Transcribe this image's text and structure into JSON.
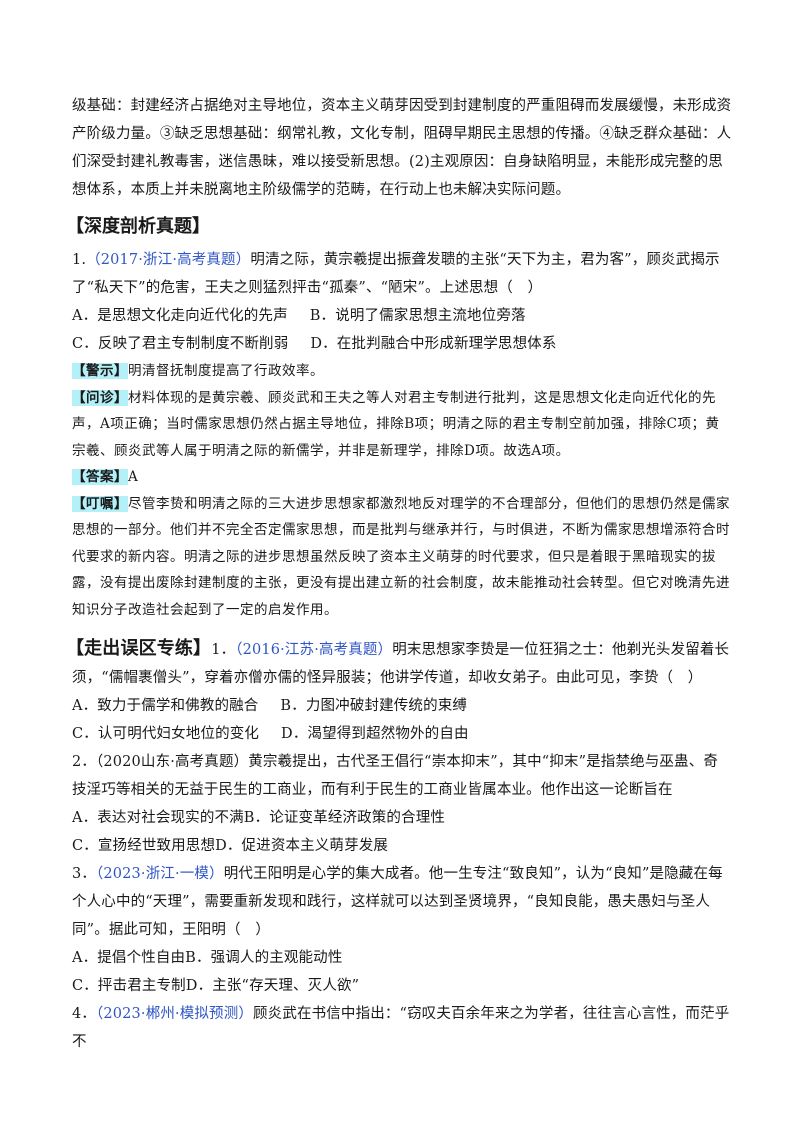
{
  "intro": "级基础：封建经济占据绝对主导地位，资本主义萌芽因受到封建制度的严重阻碍而发展缓慢，未形成资产阶级力量。③缺乏思想基础：纲常礼教，文化专制，阻碍早期民主思想的传播。④缺乏群众基础：人们深受封建礼教毒害，迷信愚昧，难以接受新思想。(2)主观原因：自身缺陷明显，未能形成完整的思想体系，本质上并未脱离地主阶级儒学的范畴，在行动上也未解决实际问题。",
  "section1": {
    "title": "【深度剖析真题】",
    "q1": {
      "num": "1.",
      "source": "（2017·浙江·高考真题）",
      "stem": "明清之际，黄宗羲提出振聋发聩的主张“天下为主，君为客”，顾炎武揭示了“私天下”的危害，王夫之则猛烈抨击“孤秦”、“陋宋”。上述思想（　）",
      "optA": "A．是思想文化走向近代化的先声",
      "optB": "B．说明了儒家思想主流地位旁落",
      "optC": "C．反映了君主专制制度不断削弱",
      "optD": "D．在批判融合中形成新理学思想体系"
    },
    "hint_tag": "【警示】",
    "hint_text": "明清督抚制度提高了行政效率。",
    "diag_tag": "【问诊】",
    "diag_text": "材料体现的是黄宗羲、顾炎武和王夫之等人对君主专制进行批判，这是思想文化走向近代化的先声，A项正确；当时儒家思想仍然占据主导地位，排除B项；明清之际的君主专制空前加强，排除C项；黄宗羲、顾炎武等人属于明清之际的新儒学，并非是新理学，排除D项。故选A项。",
    "answer_tag": "【答案】",
    "answer_text": "A",
    "note_tag": "【叮嘱】",
    "note_text": "尽管李贽和明清之际的三大进步思想家都激烈地反对理学的不合理部分，但他们的思想仍然是儒家思想的一部分。他们并不完全否定儒家思想，而是批判与继承并行，与时俱进，不断为儒家思想增添符合时代要求的新内容。明清之际的进步思想虽然反映了资本主义萌芽的时代要求，但只是着眼于黑暗现实的拔露，没有提出废除封建制度的主张，更没有提出建立新的社会制度，故未能推动社会转型。但它对晚清先进知识分子改造社会起到了一定的启发作用。"
  },
  "section2": {
    "title": "【走出误区专练】",
    "questions": [
      {
        "num": "1．",
        "source": "（2016·江苏·高考真题）",
        "stem": "明末思想家李贽是一位狂狷之士：他剃光头发留着长须，“儒帽裹僧头”，穿着亦僧亦儒的怪异服装；他讲学传道，却收女弟子。由此可见，李贽（　）",
        "optA": "A．致力于儒学和佛教的融合",
        "optB": "B．力图冲破封建传统的束缚",
        "optC": "C．认可明代妇女地位的变化",
        "optD": "D．渴望得到超然物外的自由"
      },
      {
        "num": "2．",
        "source": "（2020山东·高考真题）",
        "stem": "黄宗羲提出，古代圣王倡行“崇本抑末”，其中“抑末”是指禁绝与巫蛊、奇技淫巧等相关的无益于民生的工商业，而有利于民生的工商业皆属本业。他作出这一论断旨在",
        "optA": "A．表达对社会现实的不满",
        "optB": "B．论证变革经济政策的合理性",
        "optC": "C．宣扬经世致用思想",
        "optD": "D．促进资本主义萌芽发展"
      },
      {
        "num": "3．",
        "source": "（2023·浙江·一模）",
        "stem": "明代王阳明是心学的集大成者。他一生专注“致良知”，认为“良知”是隐藏在每个人心中的“天理”，需要重新发现和践行，这样就可以达到圣贤境界，“良知良能，愚夫愚妇与圣人同”。据此可知，王阳明（　）",
        "optA": "A．提倡个性自由",
        "optB": "B．强调人的主观能动性",
        "optC": "C．抨击君主专制",
        "optD": "D．主张“存天理、灭人欲”"
      },
      {
        "num": "4．",
        "source": "（2023·郴州·模拟预测）",
        "stem": "顾炎武在书信中指出：“窃叹夫百余年来之为学者，往往言心言性，而茫乎不"
      }
    ]
  }
}
